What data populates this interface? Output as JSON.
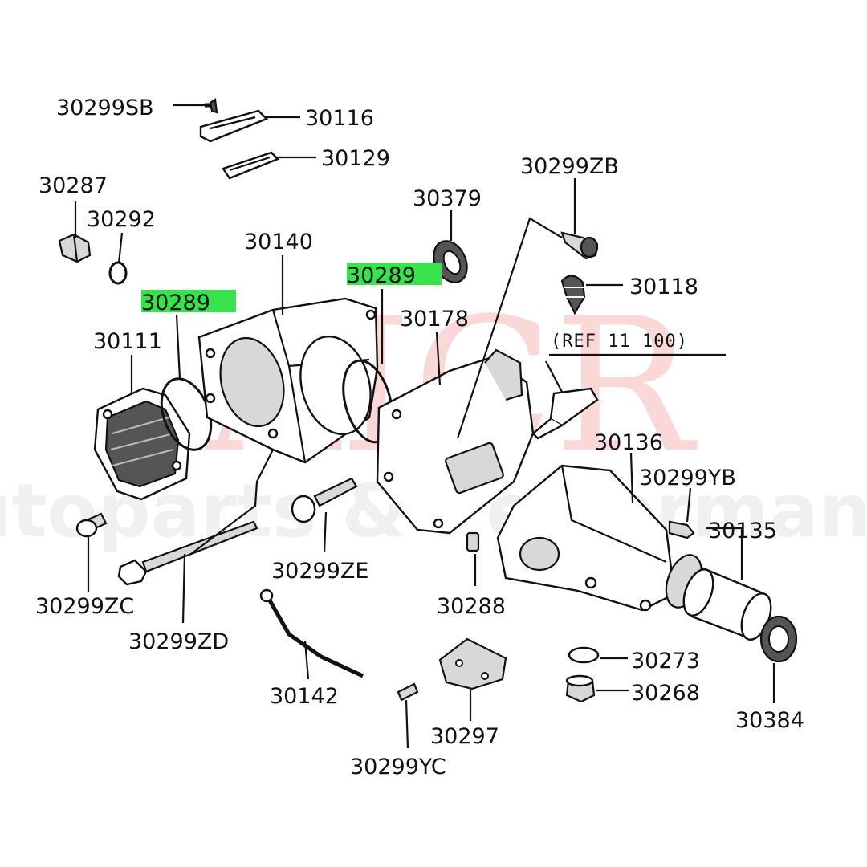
{
  "watermark": {
    "brand": "AICR",
    "tagline": "Autoparts & Performance"
  },
  "labels": {
    "p30299SB": "30299SB",
    "p30116": "30116",
    "p30129": "30129",
    "p30287": "30287",
    "p30292": "30292",
    "p30140": "30140",
    "p30379": "30379",
    "p30299ZB": "30299ZB",
    "p30289_left": "30289",
    "p30289_right": "30289",
    "p30118": "30118",
    "p30111": "30111",
    "p30178": "30178",
    "ref": "(REF 11 100)",
    "p30136": "30136",
    "p30299YB": "30299YB",
    "p30135": "30135",
    "p30299ZE": "30299ZE",
    "p30288": "30288",
    "p30299ZC": "30299ZC",
    "p30299ZD": "30299ZD",
    "p30273": "30273",
    "p30142": "30142",
    "p30268": "30268",
    "p30384": "30384",
    "p30297": "30297",
    "p30299YC": "30299YC"
  },
  "highlight_color": "#37e34a"
}
